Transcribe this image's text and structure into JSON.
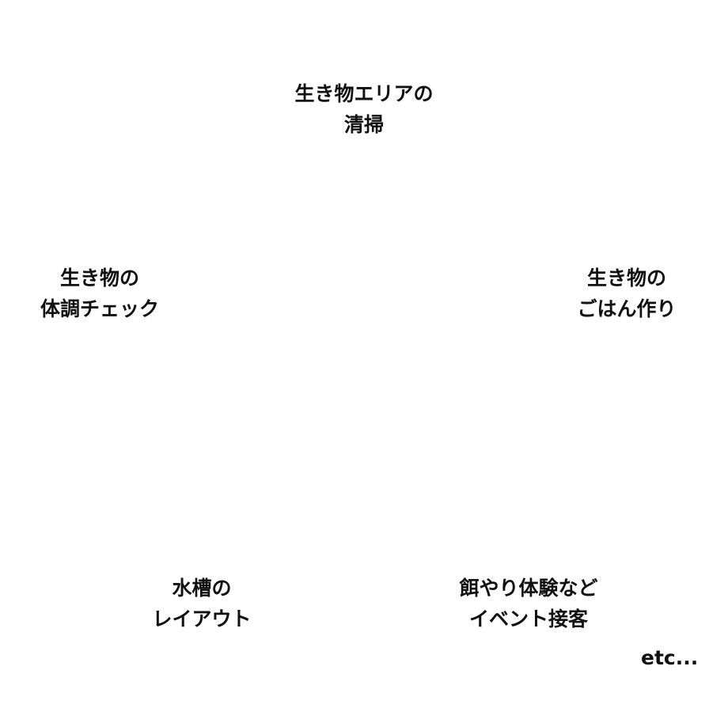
{
  "diagram": {
    "background_color": "#ffffff",
    "text_color": "#111111",
    "nodes": [
      {
        "id": "top",
        "position": "top-center",
        "lines": [
          "生き物エリアの",
          "清掃"
        ]
      },
      {
        "id": "left",
        "position": "middle-left",
        "lines": [
          "生き物の",
          "体調チェック"
        ]
      },
      {
        "id": "right",
        "position": "middle-right",
        "lines": [
          "生き物の",
          "ごはん作り"
        ]
      },
      {
        "id": "bottom-left",
        "position": "bottom-left",
        "lines": [
          "水槽の",
          "レイアウト"
        ]
      },
      {
        "id": "bottom-right",
        "position": "bottom-right",
        "lines": [
          "餌やり体験など",
          "イベント接客"
        ]
      }
    ],
    "footer_note": "etc..."
  }
}
